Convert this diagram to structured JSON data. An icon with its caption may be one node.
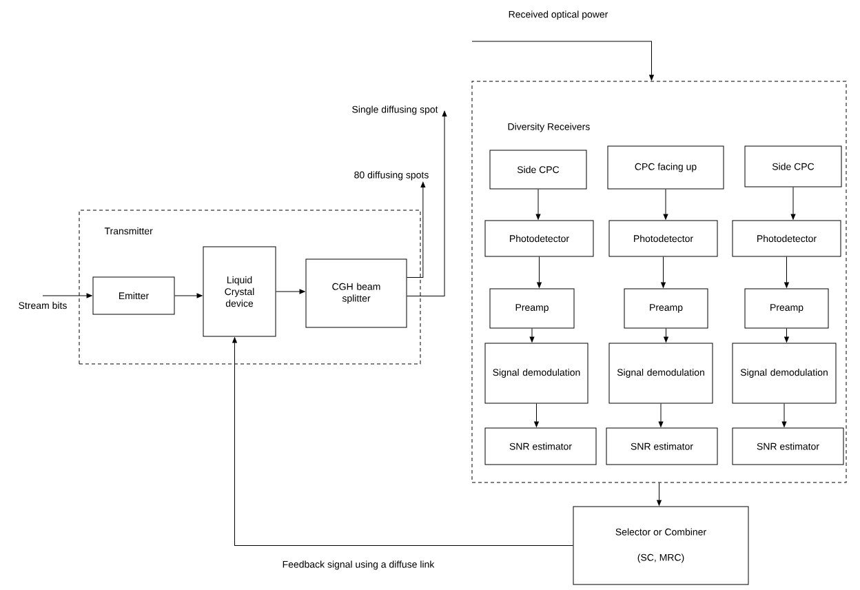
{
  "diagram": {
    "nodes": [
      {
        "text": [
          "Transmitter"
        ]
      },
      {
        "text": [
          "Stream bits"
        ]
      },
      {
        "text": [
          "Emitter"
        ],
        "in": 0
      },
      {
        "text": [
          "Liquid Crystal device"
        ],
        "in": 0
      },
      {
        "text": [
          "CGH beam splitter"
        ],
        "in": 0
      },
      {
        "text": [
          "80 diffusing spots"
        ]
      },
      {
        "text": [
          "Single diffusing spot"
        ]
      },
      {
        "text": [
          "Diversity Receivers"
        ]
      },
      {
        "text": [
          "Side CPC"
        ],
        "in": 7
      },
      {
        "text": [
          "CPC facing up"
        ],
        "in": 7
      },
      {
        "text": [
          "Side CPC"
        ],
        "in": 7
      },
      {
        "text": [
          "Photodetector"
        ],
        "in": 7
      },
      {
        "text": [
          "Photodetector"
        ],
        "in": 7
      },
      {
        "text": [
          "Photodetector"
        ],
        "in": 7
      },
      {
        "text": [
          "Preamp"
        ],
        "in": 7
      },
      {
        "text": [
          "Preamp"
        ],
        "in": 7
      },
      {
        "text": [
          "Preamp"
        ],
        "in": 7
      },
      {
        "text": [
          "Signal demodulation"
        ],
        "in": 7
      },
      {
        "text": [
          "Signal demodulation"
        ],
        "in": 7
      },
      {
        "text": [
          "Signal demodulation"
        ],
        "in": 7
      },
      {
        "text": [
          "SNR estimator"
        ],
        "in": 7
      },
      {
        "text": [
          "SNR estimator"
        ],
        "in": 7
      },
      {
        "text": [
          "SNR estimator"
        ],
        "in": 7
      },
      {
        "text": [
          "Selector or Combiner",
          "(SC, MRC)"
        ]
      }
    ],
    "edges": [
      {
        "from": 1,
        "to": 2,
        "arrow": "to"
      },
      {
        "from": 2,
        "to": 3,
        "arrow": "to"
      },
      {
        "from": 3,
        "to": 4,
        "arrow": "to"
      },
      {
        "from": 4,
        "to": 5,
        "arrow": "to"
      },
      {
        "from": 4,
        "to": 6,
        "arrow": "to"
      },
      {
        "from": null,
        "to": 7,
        "arrow": "to",
        "label": "Received optical power"
      },
      {
        "from": 8,
        "to": 11,
        "arrow": "to"
      },
      {
        "from": 9,
        "to": 12,
        "arrow": "to"
      },
      {
        "from": 10,
        "to": 13,
        "arrow": "to"
      },
      {
        "from": 11,
        "to": 14,
        "arrow": "to"
      },
      {
        "from": 12,
        "to": 15,
        "arrow": "to"
      },
      {
        "from": 13,
        "to": 16,
        "arrow": "to"
      },
      {
        "from": 14,
        "to": 17,
        "arrow": "to"
      },
      {
        "from": 15,
        "to": 18,
        "arrow": "to"
      },
      {
        "from": 16,
        "to": 19,
        "arrow": "to"
      },
      {
        "from": 17,
        "to": 20,
        "arrow": "to"
      },
      {
        "from": 18,
        "to": 21,
        "arrow": "to"
      },
      {
        "from": 19,
        "to": 22,
        "arrow": "to"
      },
      {
        "from": 7,
        "to": 23,
        "arrow": "to"
      },
      {
        "from": 23,
        "to": 3,
        "arrow": "to",
        "label": "Feedback signal using a diffuse link"
      }
    ]
  }
}
